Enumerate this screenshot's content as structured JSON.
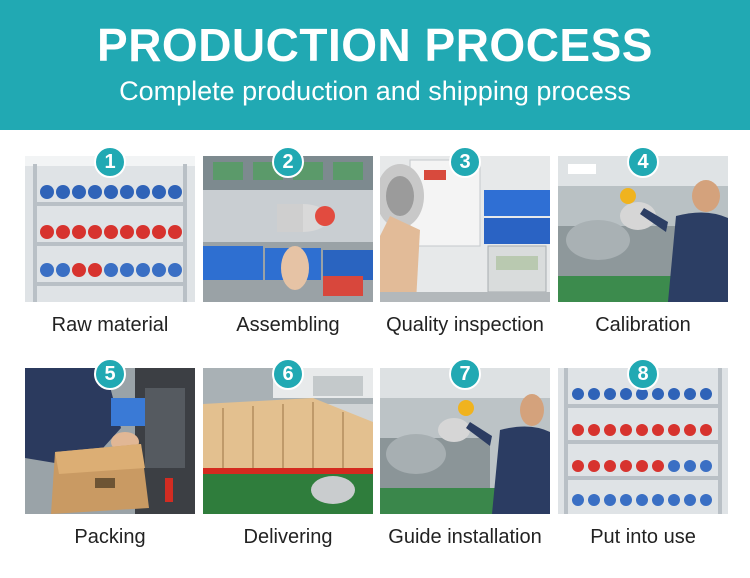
{
  "header": {
    "title": "PRODUCTION PROCESS",
    "subtitle": "Complete production and shipping process"
  },
  "colors": {
    "accent": "#21a9b3"
  },
  "steps": [
    {
      "number": "1",
      "label": "Raw material"
    },
    {
      "number": "2",
      "label": "Assembling"
    },
    {
      "number": "3",
      "label": "Quality inspection"
    },
    {
      "number": "4",
      "label": "Calibration"
    },
    {
      "number": "5",
      "label": "Packing"
    },
    {
      "number": "6",
      "label": "Delivering"
    },
    {
      "number": "7",
      "label": "Guide installation"
    },
    {
      "number": "8",
      "label": "Put into use"
    }
  ]
}
